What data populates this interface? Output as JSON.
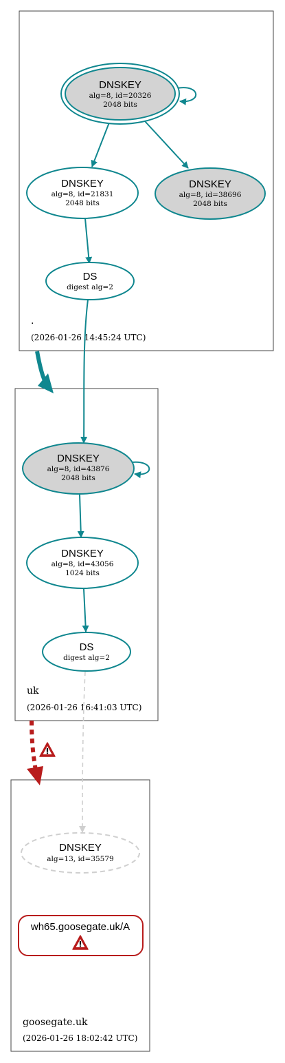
{
  "zones": [
    {
      "id": "root",
      "label": ".",
      "timestamp": "(2026-01-26 14:45:24 UTC)"
    },
    {
      "id": "uk",
      "label": "uk",
      "timestamp": "(2026-01-26 16:41:03 UTC)"
    },
    {
      "id": "goosegate",
      "label": "goosegate.uk",
      "timestamp": "(2026-01-26 18:02:42 UTC)"
    }
  ],
  "nodes": {
    "root_ksk": {
      "title": "DNSKEY",
      "line1": "alg=8, id=20326",
      "line2": "2048 bits"
    },
    "root_zsk1": {
      "title": "DNSKEY",
      "line1": "alg=8, id=21831",
      "line2": "2048 bits"
    },
    "root_zsk2": {
      "title": "DNSKEY",
      "line1": "alg=8, id=38696",
      "line2": "2048 bits"
    },
    "root_ds": {
      "title": "DS",
      "line1": "digest alg=2"
    },
    "uk_ksk": {
      "title": "DNSKEY",
      "line1": "alg=8, id=43876",
      "line2": "2048 bits"
    },
    "uk_zsk": {
      "title": "DNSKEY",
      "line1": "alg=8, id=43056",
      "line2": "1024 bits"
    },
    "uk_ds": {
      "title": "DS",
      "line1": "digest alg=2"
    },
    "gg_key": {
      "title": "DNSKEY",
      "line1": "alg=13, id=35579"
    },
    "gg_rrset": {
      "title": "wh65.goosegate.uk/A"
    }
  },
  "colors": {
    "secure": "#10878f",
    "bogus": "#b81c1c",
    "insecure": "#cfcfcf",
    "ksk_fill": "#d3d3d3"
  },
  "icons": [
    "warning-icon"
  ]
}
